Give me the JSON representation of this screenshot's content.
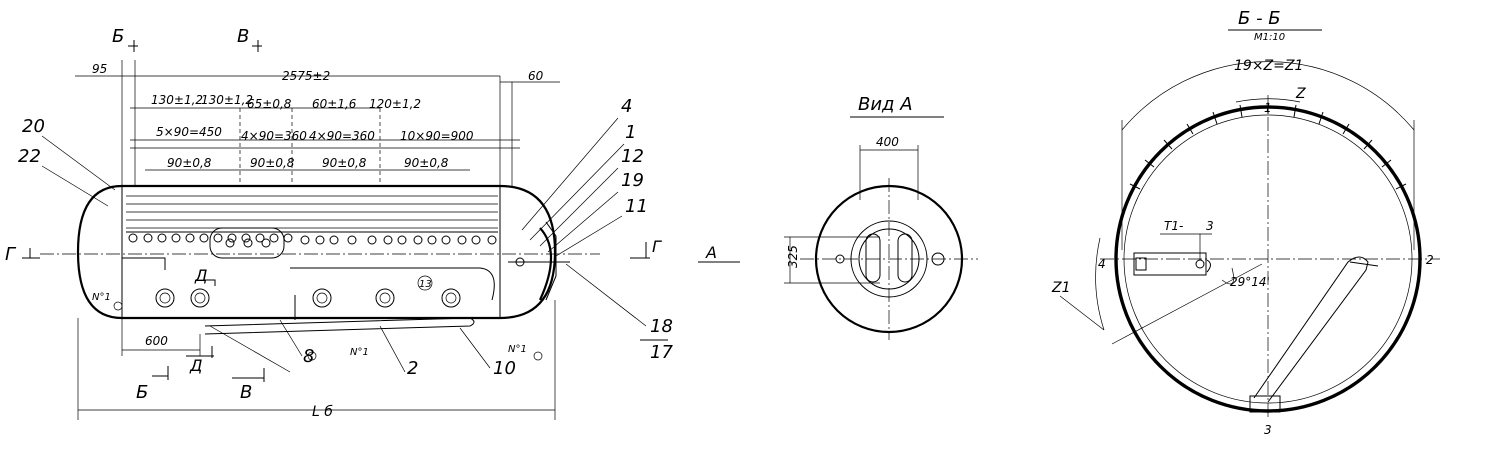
{
  "dims": {
    "d95": "95",
    "d2575": "2575±2",
    "d60": "60",
    "d130a": "130±1,2",
    "d130b": "130±1,2",
    "d65": "65±0,8",
    "d60b": "60±1,6",
    "d120": "120±1,2",
    "d5x90": "5×90=450",
    "d4x90a": "4×90=360",
    "d4x90b": "4×90=360",
    "d10x90": "10×90=900",
    "d90a": "90±0,8",
    "d90b": "90±0,8",
    "d90c": "90±0,8",
    "d90d": "90±0,8",
    "d400": "400",
    "d325": "325",
    "d600": "600",
    "lb": "L б",
    "n1a": "N°1",
    "n1b": "N°1",
    "n1c": "N°1",
    "n13": "13",
    "t1": "T1-",
    "t1b": "3",
    "angle": "29°14'",
    "z1": "19×Z=Z1",
    "z": "Z",
    "z1side": "Z1",
    "m110": "M1:10"
  },
  "sections": {
    "b_top": "Б",
    "v_top": "В",
    "g_left": "Г",
    "g_right": "Г",
    "d_top": "Д",
    "d_bottom": "Д",
    "b_bottom": "Б",
    "v_bottom": "В",
    "a_arrow": "А",
    "view_a": "Вид А",
    "section_bb": "Б - Б"
  },
  "callouts": {
    "c20": "20",
    "c22": "22",
    "c4": "4",
    "c1": "1",
    "c12": "12",
    "c19": "19",
    "c11": "11",
    "c18": "18",
    "c17": "17",
    "c10": "10",
    "c2": "2",
    "c8": "8",
    "s1": "1",
    "s2": "2",
    "s3": "3",
    "s4": "4"
  }
}
